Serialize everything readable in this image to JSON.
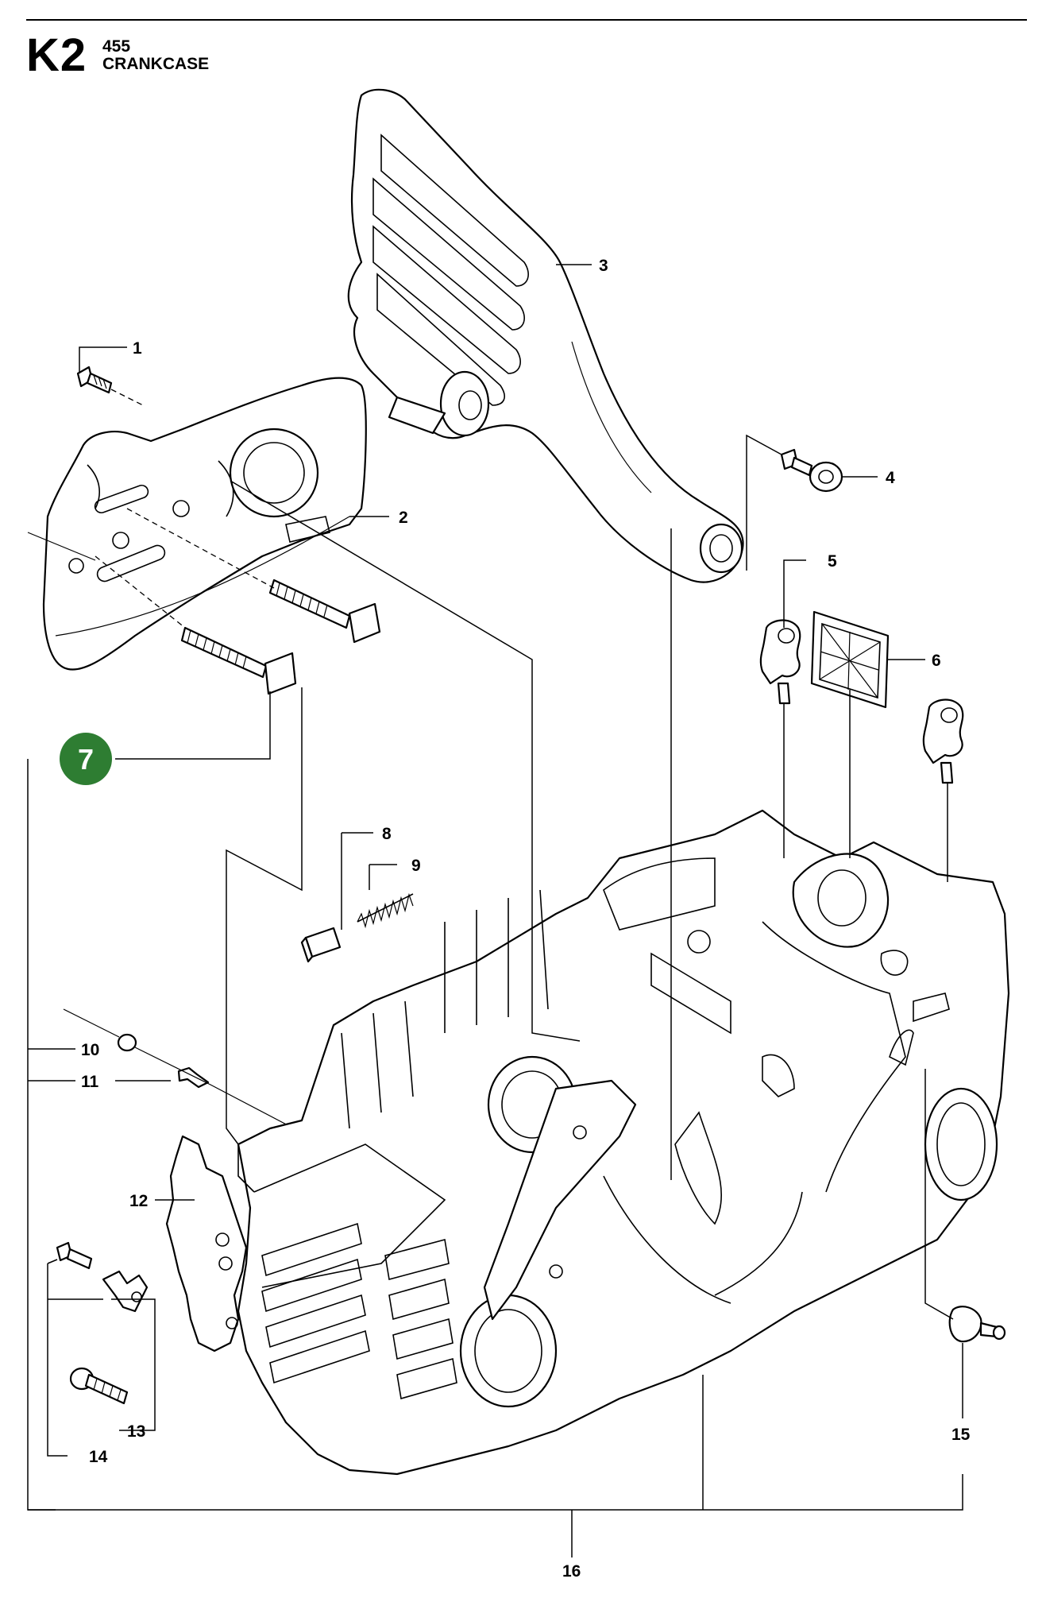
{
  "header": {
    "section_code": "K2",
    "model": "455",
    "title": "CRANKCASE"
  },
  "callouts": [
    {
      "id": "1",
      "label": "1"
    },
    {
      "id": "2",
      "label": "2"
    },
    {
      "id": "3",
      "label": "3"
    },
    {
      "id": "4",
      "label": "4"
    },
    {
      "id": "5",
      "label": "5"
    },
    {
      "id": "6",
      "label": "6"
    },
    {
      "id": "7",
      "label": "7",
      "highlight": true,
      "highlight_color": "#2e7d32"
    },
    {
      "id": "8",
      "label": "8"
    },
    {
      "id": "9",
      "label": "9"
    },
    {
      "id": "10",
      "label": "10"
    },
    {
      "id": "11",
      "label": "11"
    },
    {
      "id": "12",
      "label": "12"
    },
    {
      "id": "13",
      "label": "13"
    },
    {
      "id": "14",
      "label": "14"
    },
    {
      "id": "15",
      "label": "15"
    },
    {
      "id": "16",
      "label": "16"
    }
  ]
}
